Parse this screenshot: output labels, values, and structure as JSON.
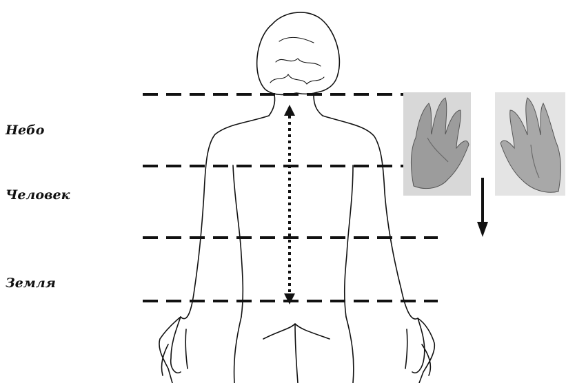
{
  "zones": [
    {
      "label": "Небо"
    },
    {
      "label": "Человек"
    },
    {
      "label": "Земля"
    }
  ],
  "colors": {
    "line": "#111111",
    "palm_shade": "#b9b9b9",
    "palm_dark": "#7a7a7a",
    "background": "#ffffff"
  },
  "icons": [
    "human-back-figure",
    "left-hand-photo",
    "right-hand-photo",
    "down-arrow-icon",
    "spine-double-arrow"
  ]
}
